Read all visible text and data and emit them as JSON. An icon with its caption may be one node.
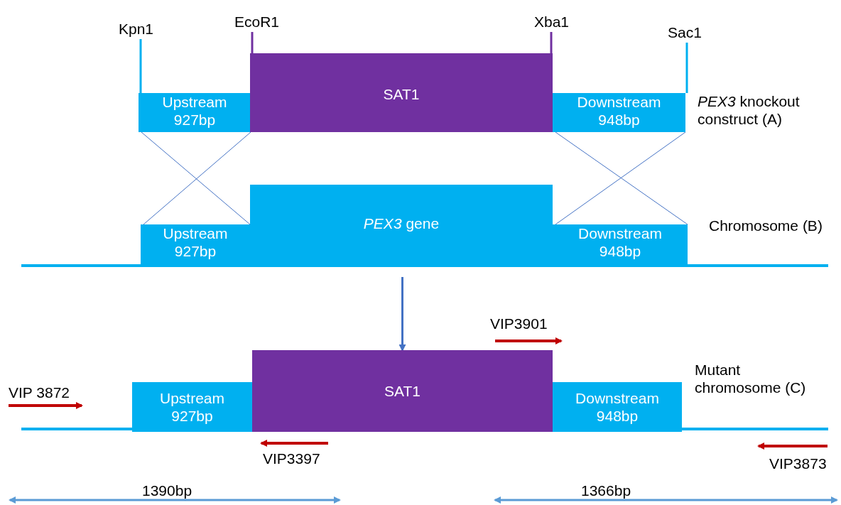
{
  "diagram": {
    "nodes": [
      {
        "text": [
          "Upstream 927bp"
        ]
      },
      {
        "text": [
          "SAT1"
        ]
      },
      {
        "text": [
          "Downstream 948bp"
        ]
      },
      {
        "text": [
          "Upstream 927bp"
        ]
      },
      {
        "text": [
          "*PEX3* gene"
        ]
      },
      {
        "text": [
          "Downstream 948bp"
        ]
      },
      {
        "text": [
          "Upstream 927bp"
        ]
      },
      {
        "text": [
          "SAT1"
        ]
      },
      {
        "text": [
          "Downstream 948bp"
        ]
      },
      {
        "text": [
          "Kpn1"
        ]
      },
      {
        "text": [
          "EcoR1"
        ]
      },
      {
        "text": [
          "Xba1"
        ]
      },
      {
        "text": [
          "Sac1"
        ]
      }
    ],
    "edges": [
      {
        "from": 0,
        "to": 3,
        "arrow": "none"
      },
      {
        "from": 0,
        "to": 3,
        "arrow": "none"
      },
      {
        "from": 2,
        "to": 5,
        "arrow": "none"
      },
      {
        "from": 2,
        "to": 5,
        "arrow": "none"
      },
      {
        "from": null,
        "to": 7,
        "arrow": "to"
      },
      {
        "from": 9,
        "to": 0,
        "arrow": "none"
      },
      {
        "from": 10,
        "to": 1,
        "arrow": "none"
      },
      {
        "from": 11,
        "to": 1,
        "arrow": "none"
      },
      {
        "from": 12,
        "to": 2,
        "arrow": "none"
      }
    ],
    "labels": [
      "*PEX3* knockout construct (A)",
      "Chromosome (B)",
      "VIP3901",
      "Mutant chromosome (C)",
      "VIP 3872",
      "VIP3397",
      "VIP3873",
      "1390bp",
      "1366bp"
    ]
  }
}
